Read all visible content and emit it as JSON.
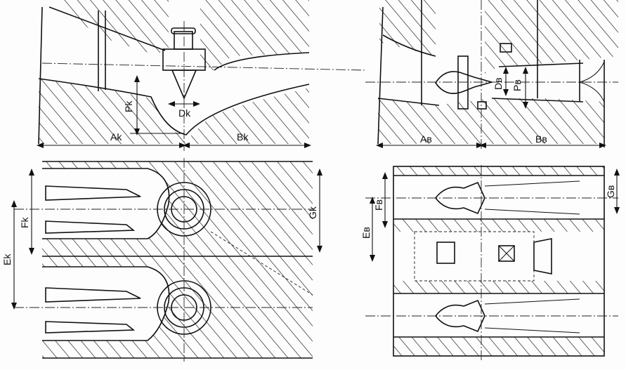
{
  "title": "Turbine intake and draft tube layout drawing (Kaplan vs bulb)",
  "labels": {
    "ak": "Ak",
    "bk": "Bk",
    "dk": "Dk",
    "pk": "Pk",
    "fk": "Fk",
    "ek": "Ek",
    "gk": "Gk",
    "ab": "Aв",
    "bb": "Bв",
    "db": "Dв",
    "pb": "Pв",
    "fb": "Fв",
    "eb": "Eв",
    "gb": "Gв"
  }
}
